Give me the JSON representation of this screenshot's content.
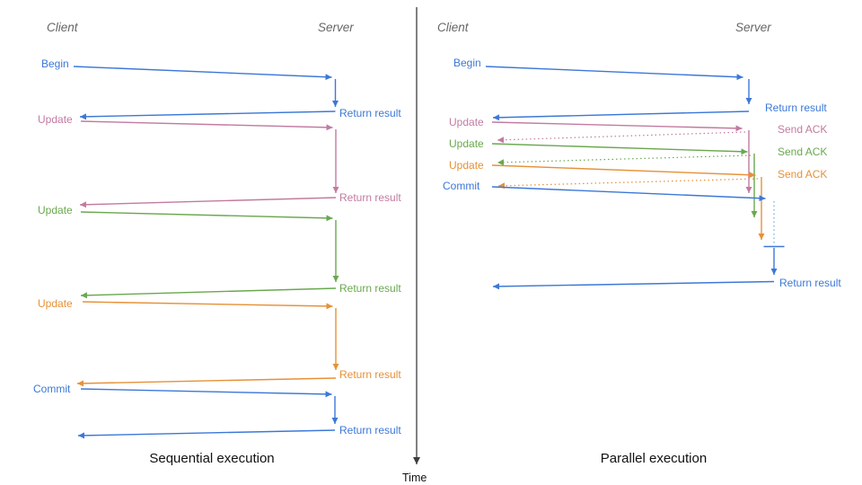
{
  "palette": {
    "blue": "#3c78d8",
    "pink": "#c27ba0",
    "green": "#6aa84f",
    "orange": "#e69138",
    "light_blue": "#6fa8dc",
    "header_gray": "#666666",
    "axis_dark": "#3d3d3d",
    "title_black": "#111111"
  },
  "sequential": {
    "title": "Sequential execution",
    "client_header": "Client",
    "server_header": "Server",
    "messages": [
      {
        "request": "Begin",
        "response": "Return result"
      },
      {
        "request": "Update",
        "response": "Return result"
      },
      {
        "request": "Update",
        "response": "Return result"
      },
      {
        "request": "Update",
        "response": "Return result"
      },
      {
        "request": "Commit",
        "response": "Return result"
      }
    ]
  },
  "parallel": {
    "title": "Parallel execution",
    "client_header": "Client",
    "server_header": "Server",
    "messages": [
      {
        "request": "Begin",
        "response": "Return result"
      },
      {
        "request": "Update",
        "response": "Send ACK"
      },
      {
        "request": "Update",
        "response": "Send ACK"
      },
      {
        "request": "Update",
        "response": "Send ACK"
      },
      {
        "request": "Commit",
        "response": "Return result"
      }
    ]
  },
  "time_axis": {
    "label": "Time"
  }
}
